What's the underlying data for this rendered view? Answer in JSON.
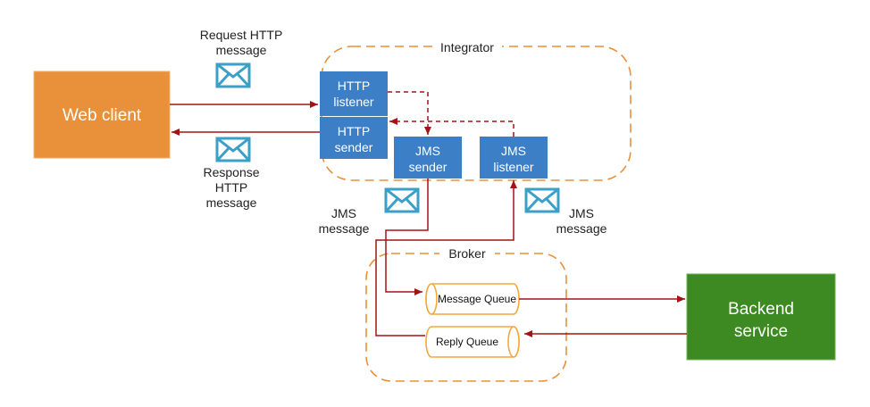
{
  "colors": {
    "web_client": "#E8913A",
    "backend": "#3D8A22",
    "blue_box": "#3C7FC6",
    "dashed_border": "#E8913A",
    "arrow": "#A31515",
    "envelope": "#3BA0C8"
  },
  "nodes": {
    "web_client": "Web client",
    "backend_line1": "Backend",
    "backend_line2": "service",
    "http_listener_line1": "HTTP",
    "http_listener_line2": "listener",
    "http_sender_line1": "HTTP",
    "http_sender_line2": "sender",
    "jms_sender_line1": "JMS",
    "jms_sender_line2": "sender",
    "jms_listener_line1": "JMS",
    "jms_listener_line2": "listener",
    "message_queue": "Message Queue",
    "reply_queue": "Reply Queue"
  },
  "groups": {
    "integrator": "Integrator",
    "broker": "Broker"
  },
  "labels": {
    "request_line1": "Request HTTP",
    "request_line2": "message",
    "response_line1": "Response",
    "response_line2": "HTTP",
    "response_line3": "message",
    "jms_left_line1": "JMS",
    "jms_left_line2": "message",
    "jms_right_line1": "JMS",
    "jms_right_line2": "message"
  },
  "icons": [
    "envelope-icon"
  ]
}
